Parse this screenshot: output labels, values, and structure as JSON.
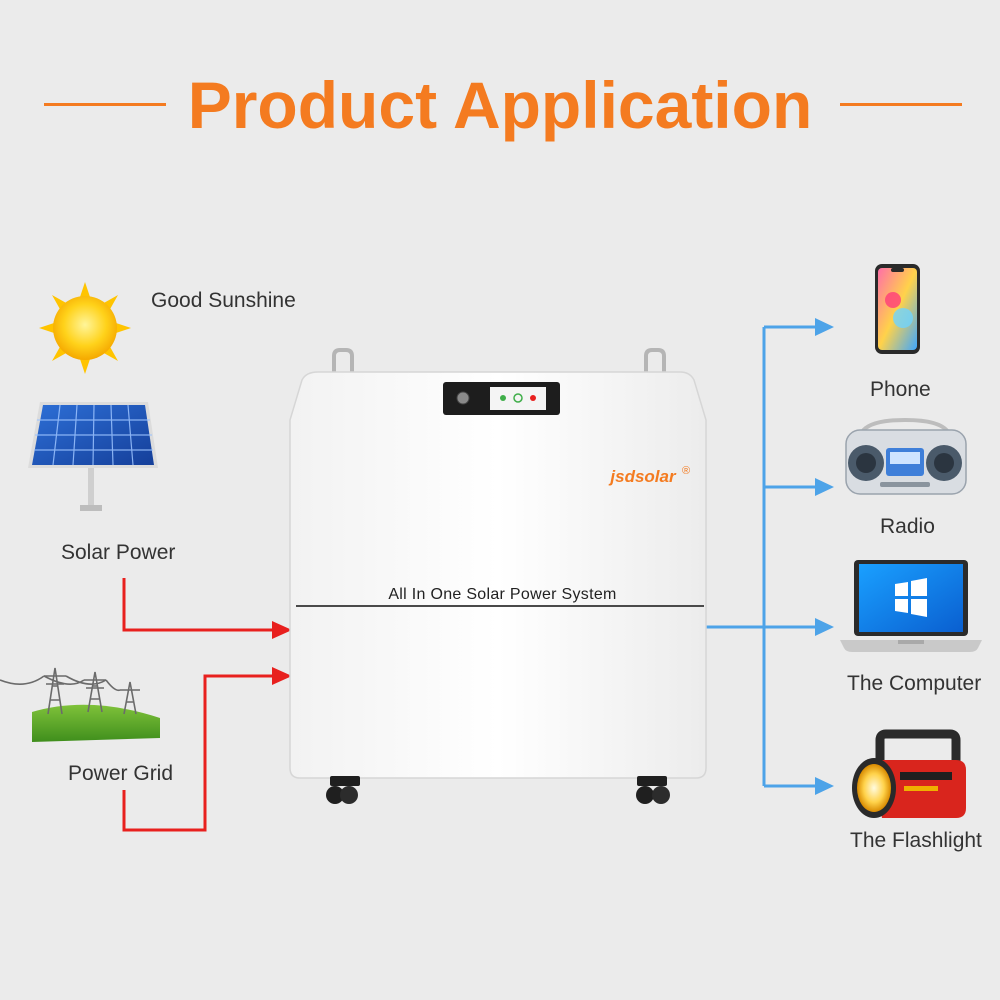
{
  "title": "Product Application",
  "colors": {
    "accent": "#f47b20",
    "input_arrow": "#e8201e",
    "output_arrow": "#4da3e8",
    "background": "#ebebeb"
  },
  "inputs": {
    "sunshine_label": "Good Sunshine",
    "solar_label": "Solar Power",
    "grid_label": "Power Grid"
  },
  "device": {
    "brand": "jsdsolar",
    "brand_mark": "®",
    "caption": "All In One Solar Power System"
  },
  "outputs": {
    "phone_label": "Phone",
    "radio_label": "Radio",
    "computer_label": "The Computer",
    "flashlight_label": "The Flashlight"
  }
}
